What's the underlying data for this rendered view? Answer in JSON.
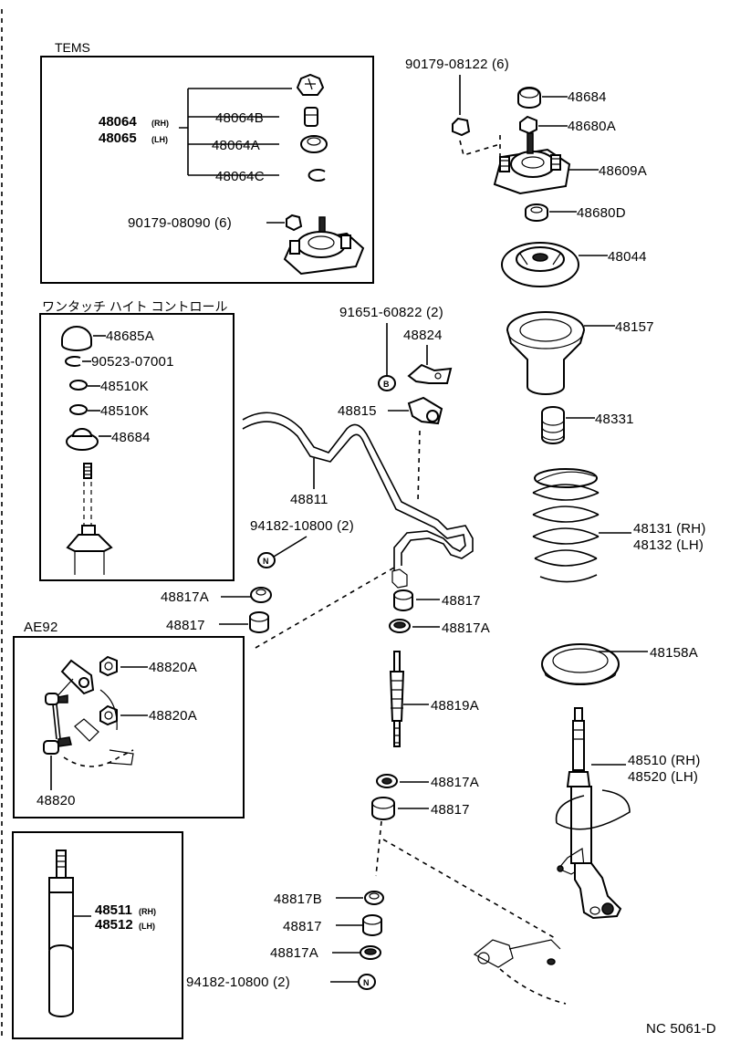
{
  "diagram_code": "NC 5061-D",
  "boxes": {
    "tems": {
      "title": "TEMS",
      "parts": {
        "rh": "48064",
        "rh_suffix": "(RH)",
        "lh": "48065",
        "lh_suffix": "(LH)",
        "b": "48064B",
        "a": "48064A",
        "c": "48064C",
        "bolt": "90179-08090 (6)"
      }
    },
    "one_touch": {
      "title": "ワンタッチ ハイト コントロール",
      "parts": [
        "48685A",
        "90523-07001",
        "48510K",
        "48510K",
        "48684"
      ]
    },
    "ae92": {
      "title": "AE92",
      "parts": [
        "48820A",
        "48820A",
        "48820"
      ]
    },
    "cartridge": {
      "rh": "48511",
      "rh_suffix": "(RH)",
      "lh": "48512",
      "lh_suffix": "(LH)"
    }
  },
  "main_parts": {
    "nut_top": "90179-08122 (6)",
    "cap": "48684",
    "nut2": "48680A",
    "support": "48609A",
    "bearing_washer": "48680D",
    "bearing": "48044",
    "seat_upper": "48157",
    "bumper": "48331",
    "spring_rh": "48131 (RH)",
    "spring_lh": "48132 (LH)",
    "seat_lower": "48158A",
    "strut_rh": "48510 (RH)",
    "strut_lh": "48520 (LH)",
    "bolt_link": "91651-60822 (2)",
    "bracket": "48824",
    "bushing": "48815",
    "stabilizer": "48811",
    "nut_n1": "94182-10800 (2)",
    "r_48817a_1": "48817A",
    "r_48817_1": "48817",
    "c_48817_1": "48817",
    "c_48817a_1": "48817A",
    "link": "48819A",
    "c_48817a_2": "48817A",
    "c_48817_2": "48817",
    "l_48817b": "48817B",
    "l_48817": "48817",
    "l_48817a": "48817A",
    "nut_n2": "94182-10800 (2)"
  },
  "markers": {
    "n1": "N",
    "n2": "N",
    "b": "B"
  }
}
